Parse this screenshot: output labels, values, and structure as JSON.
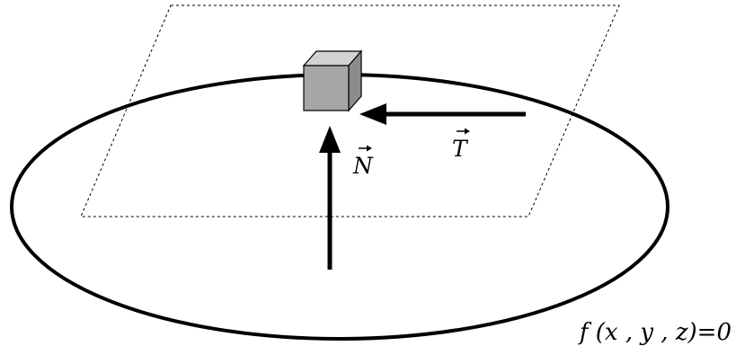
{
  "labels": {
    "normal_vector": "N",
    "tangent_vector": "T",
    "surface_equation": "f (x , y , z)=0"
  },
  "colors": {
    "ink": "#000000",
    "background": "#ffffff",
    "cube_front": "#a6a6a6",
    "cube_top": "#d2d2d2",
    "cube_side": "#8c8c8c"
  }
}
